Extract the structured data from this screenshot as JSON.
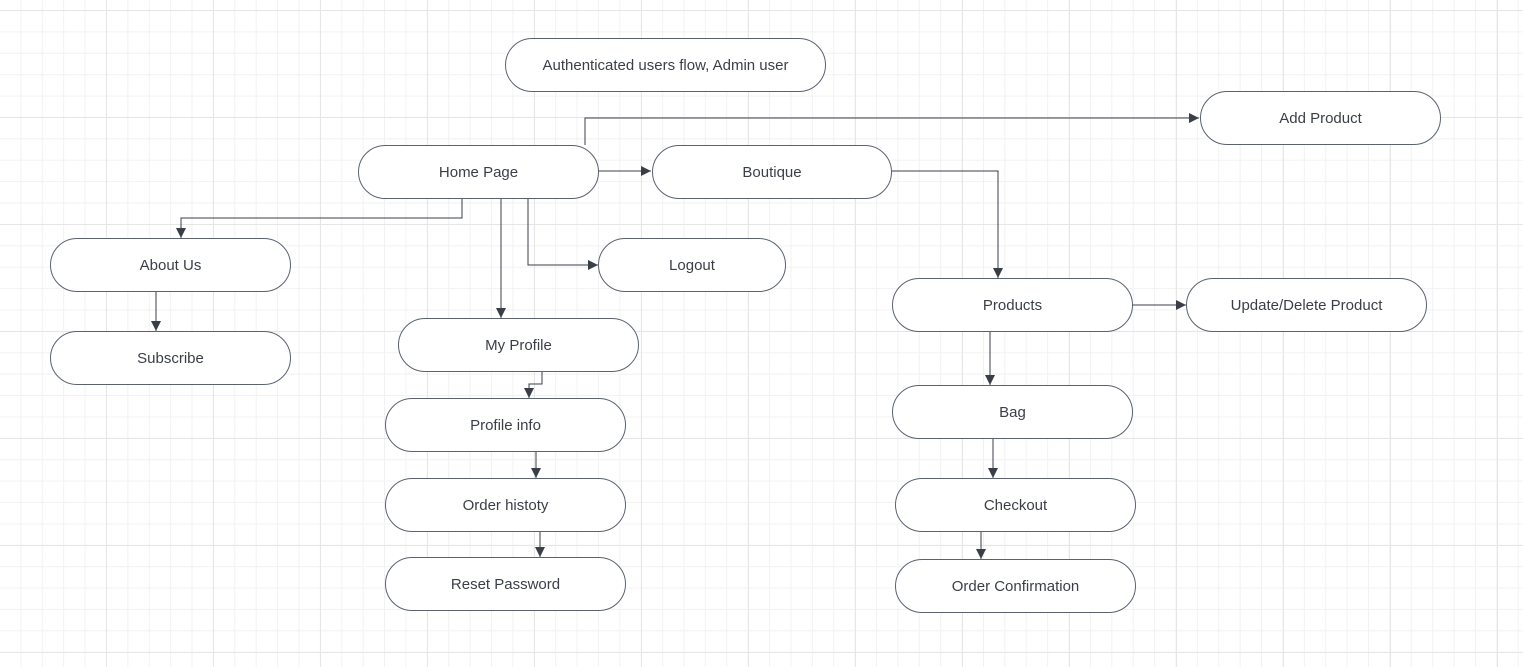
{
  "diagram": {
    "title": "Authenticated users flow, Admin user",
    "nodes": {
      "home": "Home Page",
      "boutique": "Boutique",
      "add_product": "Add Product",
      "about_us": "About Us",
      "subscribe": "Subscribe",
      "logout": "Logout",
      "my_profile": "My Profile",
      "profile_info": "Profile info",
      "order_history": "Order histoty",
      "reset_password": "Reset Password",
      "products": "Products",
      "update_delete_product": "Update/Delete Product",
      "bag": "Bag",
      "checkout": "Checkout",
      "order_confirmation": "Order Confirmation"
    },
    "edges": [
      {
        "from": "home",
        "to": "add_product"
      },
      {
        "from": "home",
        "to": "boutique"
      },
      {
        "from": "home",
        "to": "about_us"
      },
      {
        "from": "home",
        "to": "my_profile"
      },
      {
        "from": "home",
        "to": "logout"
      },
      {
        "from": "boutique",
        "to": "products"
      },
      {
        "from": "about_us",
        "to": "subscribe"
      },
      {
        "from": "my_profile",
        "to": "profile_info"
      },
      {
        "from": "profile_info",
        "to": "order_history"
      },
      {
        "from": "order_history",
        "to": "reset_password"
      },
      {
        "from": "products",
        "to": "update_delete_product"
      },
      {
        "from": "products",
        "to": "bag"
      },
      {
        "from": "bag",
        "to": "checkout"
      },
      {
        "from": "checkout",
        "to": "order_confirmation"
      }
    ]
  }
}
